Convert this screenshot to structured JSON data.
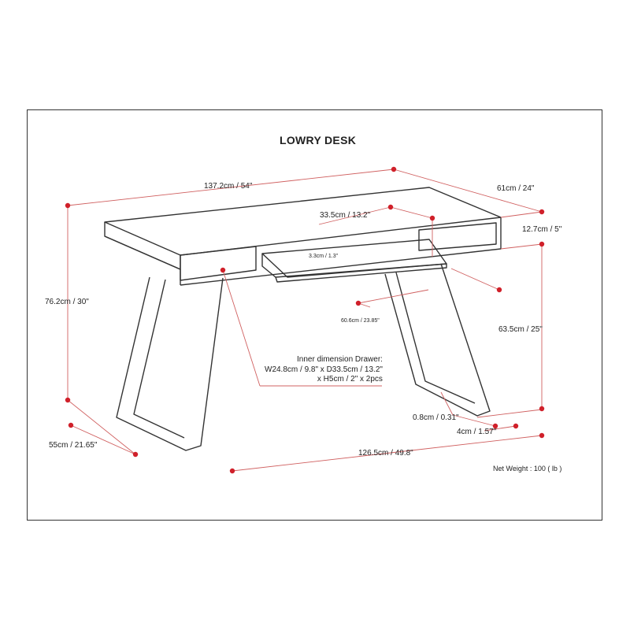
{
  "title": "LOWRY DESK",
  "dimensions": {
    "width_top": "137.2cm / 54\"",
    "depth": "61cm / 24\"",
    "drawer_depth": "33.5cm / 13.2\"",
    "drawer_offset": "3.3cm / 1.3\"",
    "top_thickness": "12.7cm / 5\"",
    "height": "76.2cm / 30\"",
    "leg_clearance": "63.5cm / 25\"",
    "keyboard_tray": "60.6cm / 23.85\"",
    "leg_thickness": "0.8cm / 0.31\"",
    "leg_width": "4cm / 1.57\"",
    "base_depth": "55cm / 21.65\"",
    "base_width": "126.5cm / 49.8\""
  },
  "drawer_note": {
    "line1": "Inner dimension Drawer:",
    "line2": "W24.8cm / 9.8\" x D33.5cm / 13.2\"",
    "line3": "x H5cm / 2\" x 2pcs"
  },
  "net_weight": "Net Weight : 100 ( lb )",
  "colors": {
    "dimension_dot": "#d0202a",
    "dimension_line": "#d06060",
    "outline": "#333333"
  }
}
